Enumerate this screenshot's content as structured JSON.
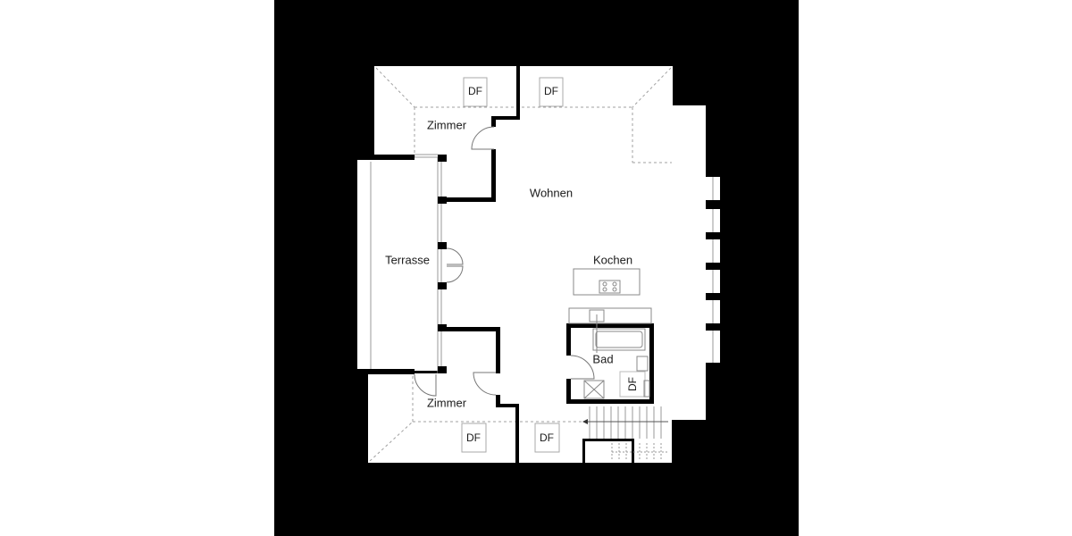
{
  "plan": {
    "background_color": "#000000",
    "floor_color": "#ffffff",
    "wall_color": "#000000",
    "line_color": "#9a9a9a"
  },
  "rooms": [
    {
      "id": "zimmer-top",
      "label": "Zimmer"
    },
    {
      "id": "wohnen",
      "label": "Wohnen"
    },
    {
      "id": "terrasse",
      "label": "Terrasse"
    },
    {
      "id": "kochen",
      "label": "Kochen"
    },
    {
      "id": "bad",
      "label": "Bad"
    },
    {
      "id": "zimmer-bottom",
      "label": "Zimmer"
    }
  ],
  "skylights": [
    {
      "id": "df-zimmer-top",
      "label": "DF"
    },
    {
      "id": "df-wohnen-top",
      "label": "DF"
    },
    {
      "id": "df-zimmer-bottom",
      "label": "DF"
    },
    {
      "id": "df-wohnen-bottom",
      "label": "DF"
    },
    {
      "id": "df-bad",
      "label": "DF"
    }
  ]
}
